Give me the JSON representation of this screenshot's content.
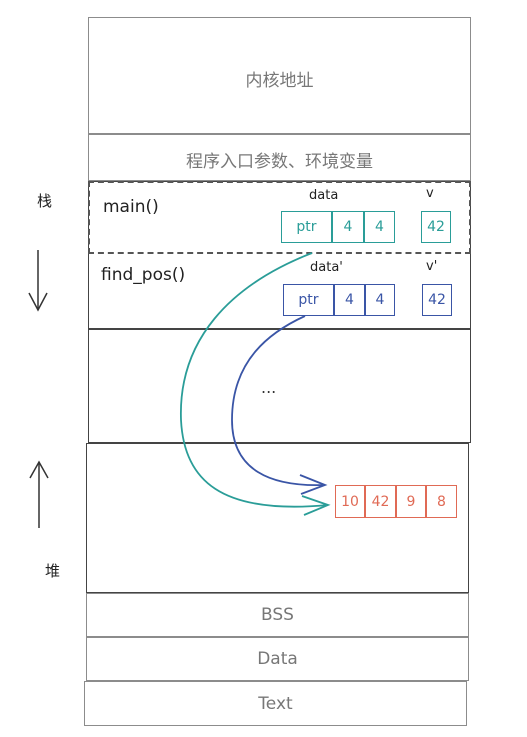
{
  "regions": {
    "kernel": "内核地址",
    "args_env": "程序入口参数、环境变量",
    "ellipsis": "...",
    "bss": "BSS",
    "data": "Data",
    "text": "Text"
  },
  "side_labels": {
    "stack": "栈",
    "heap": "堆"
  },
  "frames": {
    "main": {
      "name": "main()",
      "data_label": "data",
      "v_label": "v",
      "cells": [
        "ptr",
        "4",
        "4"
      ],
      "v_value": "42"
    },
    "find_pos": {
      "name": "find_pos()",
      "data_label": "data'",
      "v_label": "v'",
      "cells": [
        "ptr",
        "4",
        "4"
      ],
      "v_value": "42"
    }
  },
  "heap_array": [
    "10",
    "42",
    "9",
    "8"
  ],
  "colors": {
    "main_frame": "#2a9d98",
    "find_pos_frame": "#3a55a6",
    "heap_array": "#e06a55",
    "border": "#8c8c8c"
  }
}
